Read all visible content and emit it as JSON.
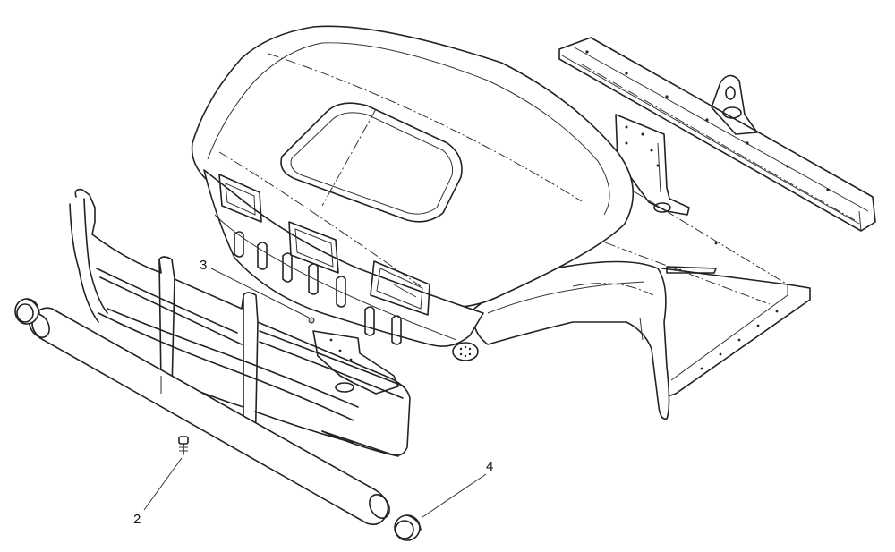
{
  "callouts": [
    {
      "id": "2",
      "label": "2"
    },
    {
      "id": "3",
      "label": "3"
    },
    {
      "id": "4",
      "label": "4"
    }
  ],
  "colors": {
    "background": "#ffffff",
    "line": "#222222"
  }
}
